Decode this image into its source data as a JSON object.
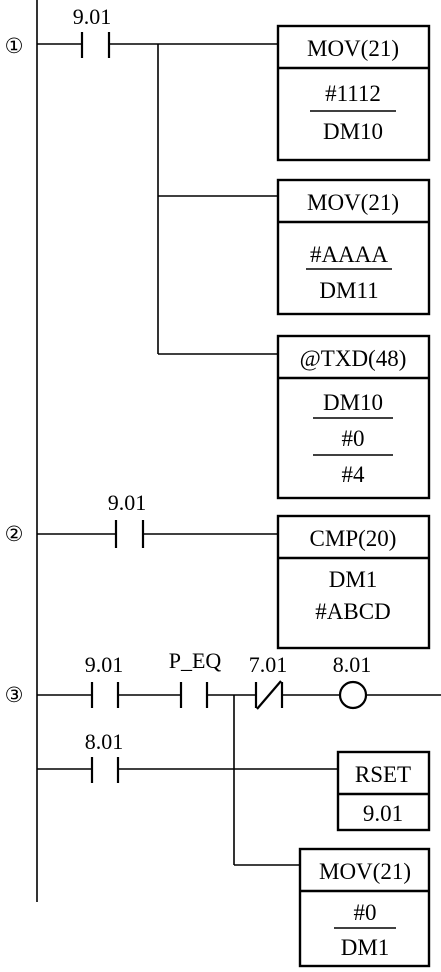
{
  "rungs": [
    {
      "number": "①",
      "contact": "9.01",
      "instructions": [
        {
          "mnemonic": "MOV(21)",
          "operands": [
            "#1112",
            "DM10"
          ]
        },
        {
          "mnemonic": "MOV(21)",
          "operands": [
            "#AAAA",
            "DM11"
          ]
        },
        {
          "mnemonic": "@TXD(48)",
          "operands": [
            "DM10",
            "#0",
            "#4"
          ]
        }
      ]
    },
    {
      "number": "②",
      "contact": "9.01",
      "instruction": {
        "mnemonic": "CMP(20)",
        "operands": [
          "DM1",
          "#ABCD"
        ]
      }
    },
    {
      "number": "③",
      "contacts": [
        "9.01",
        "P_EQ",
        "7.01"
      ],
      "coil": "8.01",
      "branch_contact": "8.01",
      "rset": {
        "mnemonic": "RSET",
        "operand": "9.01"
      },
      "mov": {
        "mnemonic": "MOV(21)",
        "operands": [
          "#0",
          "DM1"
        ]
      }
    }
  ]
}
